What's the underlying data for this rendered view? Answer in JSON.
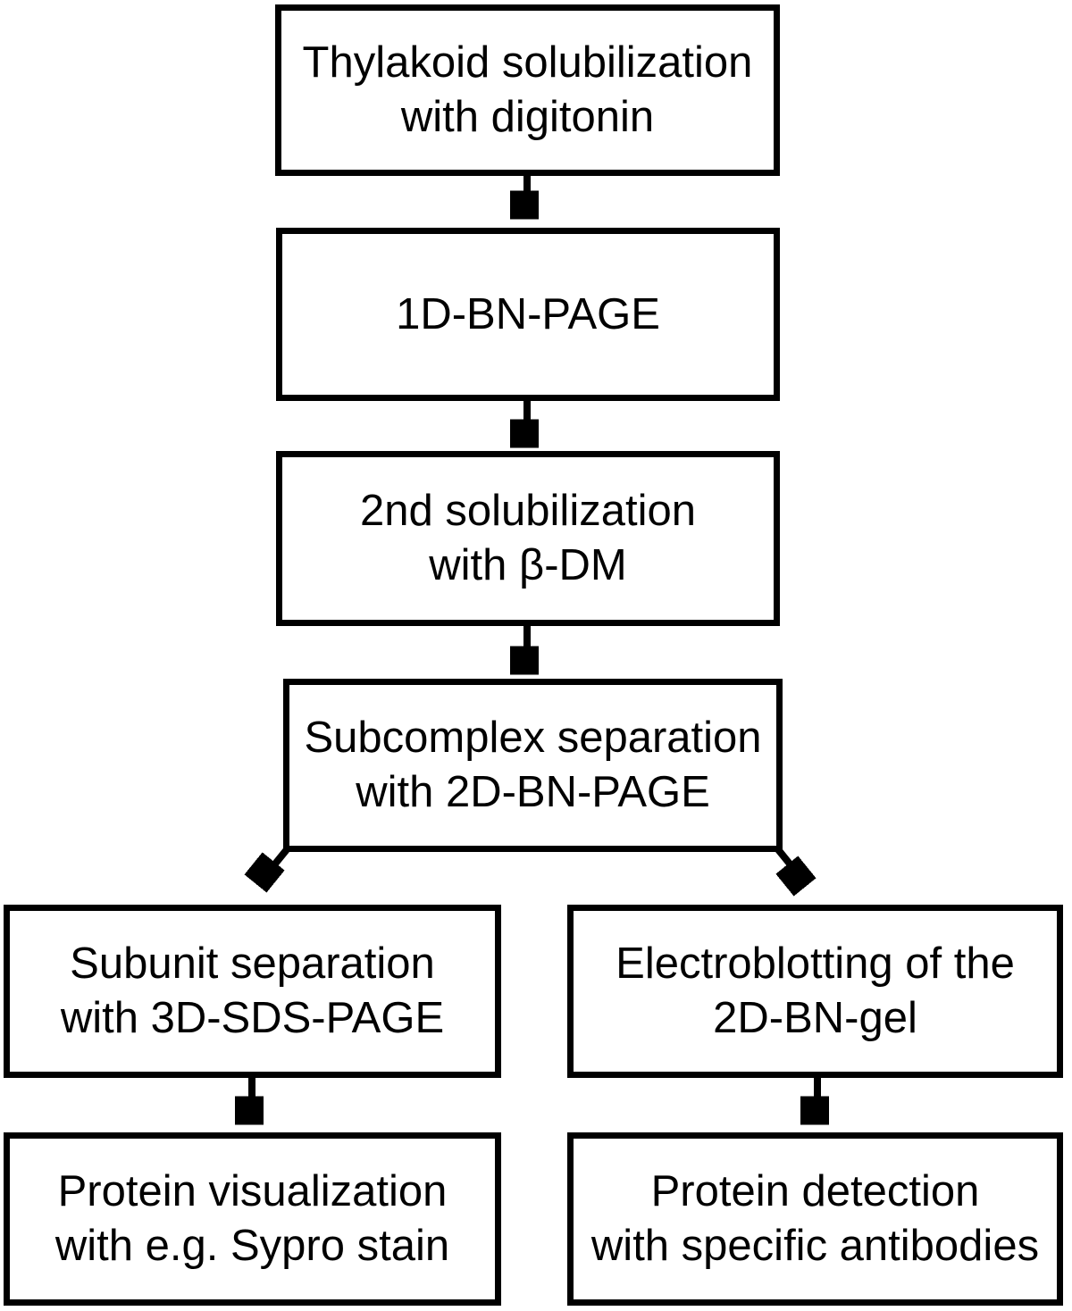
{
  "figure": {
    "type": "flowchart",
    "background_color": "#ffffff",
    "line_color": "#000000",
    "nodes": {
      "thylakoid": {
        "line1": "Thylakoid solubilization",
        "line2": "with digitonin"
      },
      "bnpage1d": {
        "line1": "1D-BN-PAGE"
      },
      "solubilization2": {
        "line1": "2nd solubilization",
        "line2": "with β-DM"
      },
      "subcomplex": {
        "line1": "Subcomplex separation",
        "line2": "with 2D-BN-PAGE"
      },
      "subunit": {
        "line1": "Subunit separation",
        "line2": "with 3D-SDS-PAGE"
      },
      "visualization": {
        "line1": "Protein visualization",
        "line2": "with e.g. Sypro stain"
      },
      "electroblotting": {
        "line1": "Electroblotting of the",
        "line2": "2D-BN-gel"
      },
      "detection": {
        "line1": "Protein detection",
        "line2": "with specific antibodies"
      }
    },
    "edges": [
      {
        "from": "thylakoid",
        "to": "bnpage1d"
      },
      {
        "from": "bnpage1d",
        "to": "solubilization2"
      },
      {
        "from": "solubilization2",
        "to": "subcomplex"
      },
      {
        "from": "subcomplex",
        "to": "subunit"
      },
      {
        "from": "subcomplex",
        "to": "electroblotting"
      },
      {
        "from": "subunit",
        "to": "visualization"
      },
      {
        "from": "electroblotting",
        "to": "detection"
      }
    ]
  }
}
